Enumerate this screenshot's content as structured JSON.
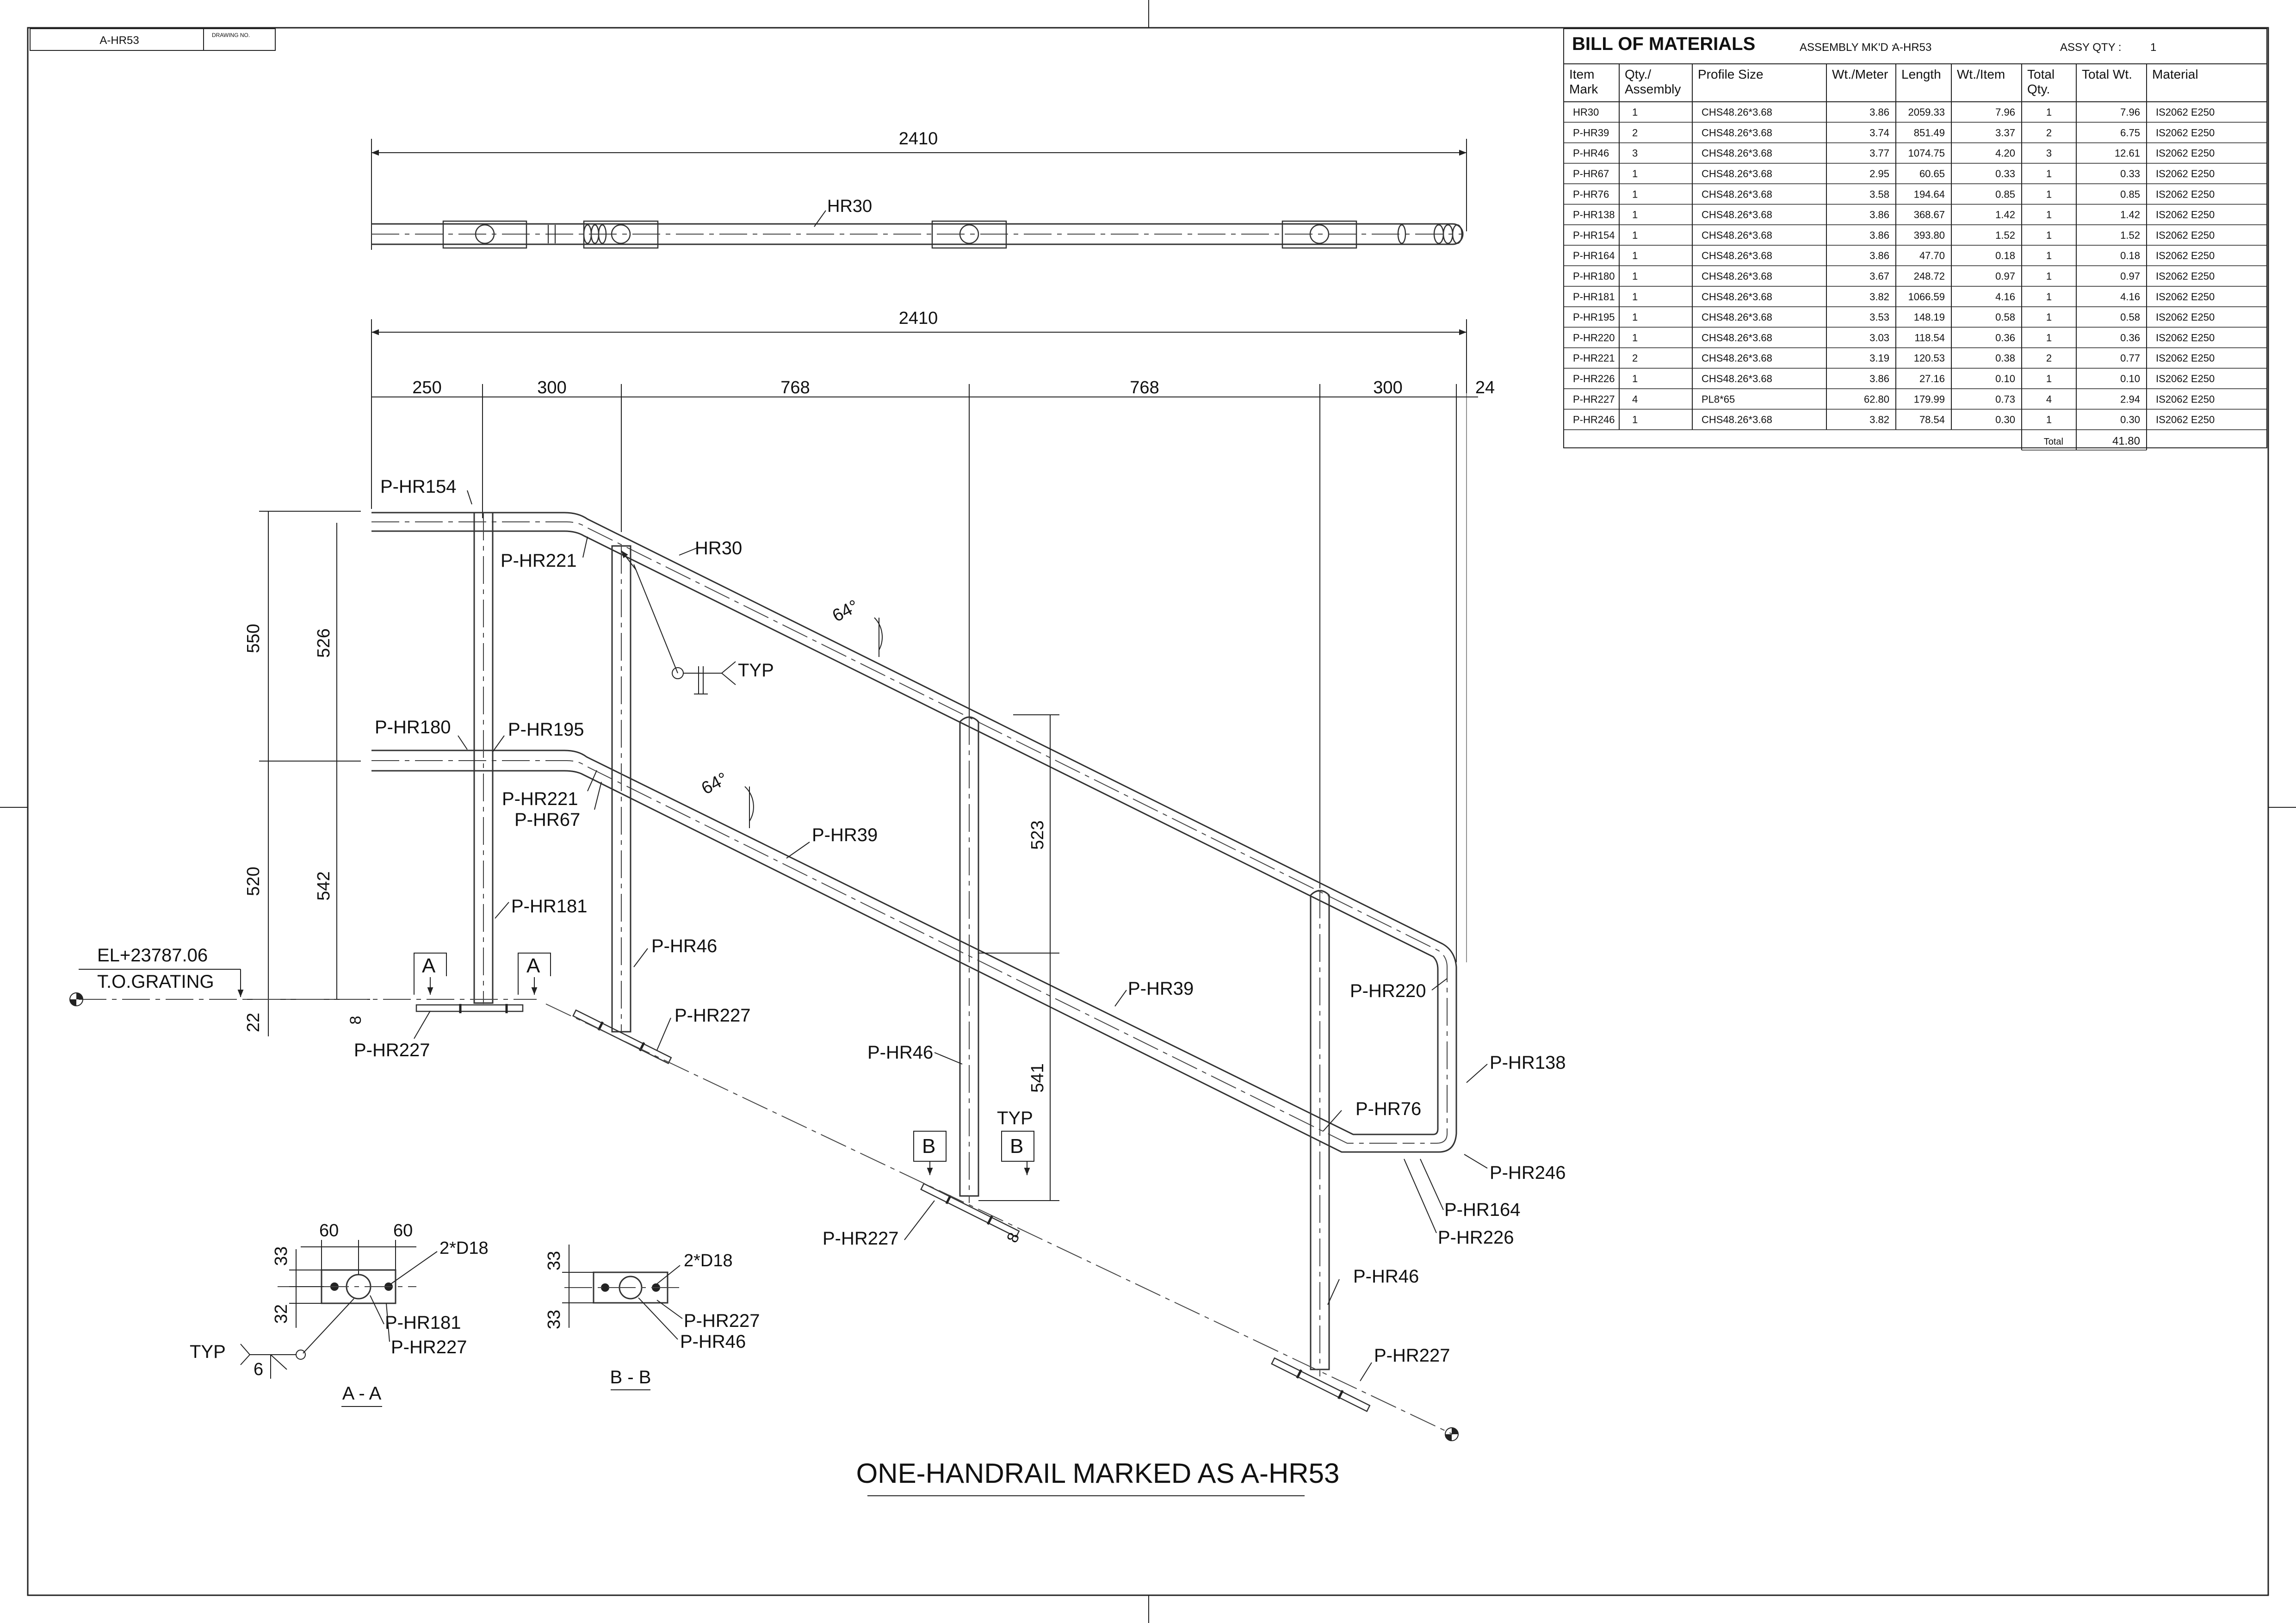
{
  "title_block": {
    "drawing_mark": "A-HR53",
    "drawing_no_label": "DRAWING NO."
  },
  "bom": {
    "title": "BILL OF MATERIALS",
    "assembly_label": "ASSEMBLY MK'D :",
    "assembly_value": "A-HR53",
    "qty_label": "ASSY QTY :",
    "qty_value": "1",
    "headers": [
      [
        "Item",
        "Mark"
      ],
      [
        "Qty./",
        "Assembly"
      ],
      [
        "Profile Size"
      ],
      [
        "Wt./Meter"
      ],
      [
        "Length"
      ],
      [
        "Wt./Item"
      ],
      [
        "Total",
        "Qty."
      ],
      [
        "Total Wt."
      ],
      [
        "Material"
      ]
    ],
    "rows": [
      [
        "HR30",
        "1",
        "CHS48.26*3.68",
        "3.86",
        "2059.33",
        "7.96",
        "1",
        "7.96",
        "IS2062 E250"
      ],
      [
        "P-HR39",
        "2",
        "CHS48.26*3.68",
        "3.74",
        "851.49",
        "3.37",
        "2",
        "6.75",
        "IS2062 E250"
      ],
      [
        "P-HR46",
        "3",
        "CHS48.26*3.68",
        "3.77",
        "1074.75",
        "4.20",
        "3",
        "12.61",
        "IS2062 E250"
      ],
      [
        "P-HR67",
        "1",
        "CHS48.26*3.68",
        "2.95",
        "60.65",
        "0.33",
        "1",
        "0.33",
        "IS2062 E250"
      ],
      [
        "P-HR76",
        "1",
        "CHS48.26*3.68",
        "3.58",
        "194.64",
        "0.85",
        "1",
        "0.85",
        "IS2062 E250"
      ],
      [
        "P-HR138",
        "1",
        "CHS48.26*3.68",
        "3.86",
        "368.67",
        "1.42",
        "1",
        "1.42",
        "IS2062 E250"
      ],
      [
        "P-HR154",
        "1",
        "CHS48.26*3.68",
        "3.86",
        "393.80",
        "1.52",
        "1",
        "1.52",
        "IS2062 E250"
      ],
      [
        "P-HR164",
        "1",
        "CHS48.26*3.68",
        "3.86",
        "47.70",
        "0.18",
        "1",
        "0.18",
        "IS2062 E250"
      ],
      [
        "P-HR180",
        "1",
        "CHS48.26*3.68",
        "3.67",
        "248.72",
        "0.97",
        "1",
        "0.97",
        "IS2062 E250"
      ],
      [
        "P-HR181",
        "1",
        "CHS48.26*3.68",
        "3.82",
        "1066.59",
        "4.16",
        "1",
        "4.16",
        "IS2062 E250"
      ],
      [
        "P-HR195",
        "1",
        "CHS48.26*3.68",
        "3.53",
        "148.19",
        "0.58",
        "1",
        "0.58",
        "IS2062 E250"
      ],
      [
        "P-HR220",
        "1",
        "CHS48.26*3.68",
        "3.03",
        "118.54",
        "0.36",
        "1",
        "0.36",
        "IS2062 E250"
      ],
      [
        "P-HR221",
        "2",
        "CHS48.26*3.68",
        "3.19",
        "120.53",
        "0.38",
        "2",
        "0.77",
        "IS2062 E250"
      ],
      [
        "P-HR226",
        "1",
        "CHS48.26*3.68",
        "3.86",
        "27.16",
        "0.10",
        "1",
        "0.10",
        "IS2062 E250"
      ],
      [
        "P-HR227",
        "4",
        "PL8*65",
        "62.80",
        "179.99",
        "0.73",
        "4",
        "2.94",
        "IS2062 E250"
      ],
      [
        "P-HR246",
        "1",
        "CHS48.26*3.68",
        "3.82",
        "78.54",
        "0.30",
        "1",
        "0.30",
        "IS2062 E250"
      ]
    ],
    "total_label": "Total",
    "total_value": "41.80"
  },
  "dimensions": {
    "top_overall": "2410",
    "main_overall": "2410",
    "segments": [
      "250",
      "300",
      "768",
      "768",
      "300",
      "24"
    ],
    "height_550": "550",
    "height_526": "526",
    "height_520": "520",
    "height_542": "542",
    "height_22": "22",
    "plate_8": "8",
    "post_523": "523",
    "post_541": "541",
    "plate_8b": "8",
    "angle_1": "64°",
    "angle_2": "64°"
  },
  "labels": {
    "hr30_top": "HR30",
    "hr30": "HR30",
    "p_hr154": "P-HR154",
    "p_hr221_a": "P-HR221",
    "p_hr180": "P-HR180",
    "p_hr195": "P-HR195",
    "p_hr221_b": "P-HR221",
    "p_hr67": "P-HR67",
    "p_hr39_a": "P-HR39",
    "p_hr39_b": "P-HR39",
    "p_hr181": "P-HR181",
    "p_hr46_a": "P-HR46",
    "p_hr46_b": "P-HR46",
    "p_hr46_c": "P-HR46",
    "p_hr227_a": "P-HR227",
    "p_hr227_b": "P-HR227",
    "p_hr227_c": "P-HR227",
    "p_hr227_d": "P-HR227",
    "p_hr220": "P-HR220",
    "p_hr138": "P-HR138",
    "p_hr76": "P-HR76",
    "p_hr246": "P-HR246",
    "p_hr164": "P-HR164",
    "p_hr226": "P-HR226",
    "typ_weld": "TYP",
    "typ_b": "TYP",
    "elevation": "EL+23787.06",
    "grating": "T.O.GRATING",
    "section_a1": "A",
    "section_a2": "A",
    "section_b1": "B",
    "section_b2": "B"
  },
  "section_aa": {
    "dim_60a": "60",
    "dim_60b": "60",
    "dim_33": "33",
    "dim_32": "32",
    "holes": "2*D18",
    "p_hr181": "P-HR181",
    "p_hr227": "P-HR227",
    "typ": "TYP",
    "weld_6": "6",
    "caption": "A - A"
  },
  "section_bb": {
    "dim_33a": "33",
    "dim_33b": "33",
    "holes": "2*D18",
    "p_hr227": "P-HR227",
    "p_hr46": "P-HR46",
    "caption": "B - B"
  },
  "main_title": "ONE-HANDRAIL MARKED AS A-HR53"
}
